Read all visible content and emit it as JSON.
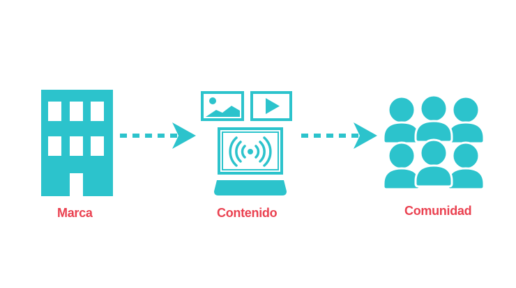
{
  "colors": {
    "primary": "#2cc3cc",
    "label": "#ea4150",
    "background": "#ffffff"
  },
  "nodes": [
    {
      "label": "Marca",
      "icon": "building-icon"
    },
    {
      "label": "Contenido",
      "icon": "content-laptop-icon"
    },
    {
      "label": "Comunidad",
      "icon": "community-people-icon"
    }
  ],
  "arrows": [
    {
      "from": "Marca",
      "to": "Contenido",
      "style": "dashed"
    },
    {
      "from": "Contenido",
      "to": "Comunidad",
      "style": "dashed"
    }
  ]
}
